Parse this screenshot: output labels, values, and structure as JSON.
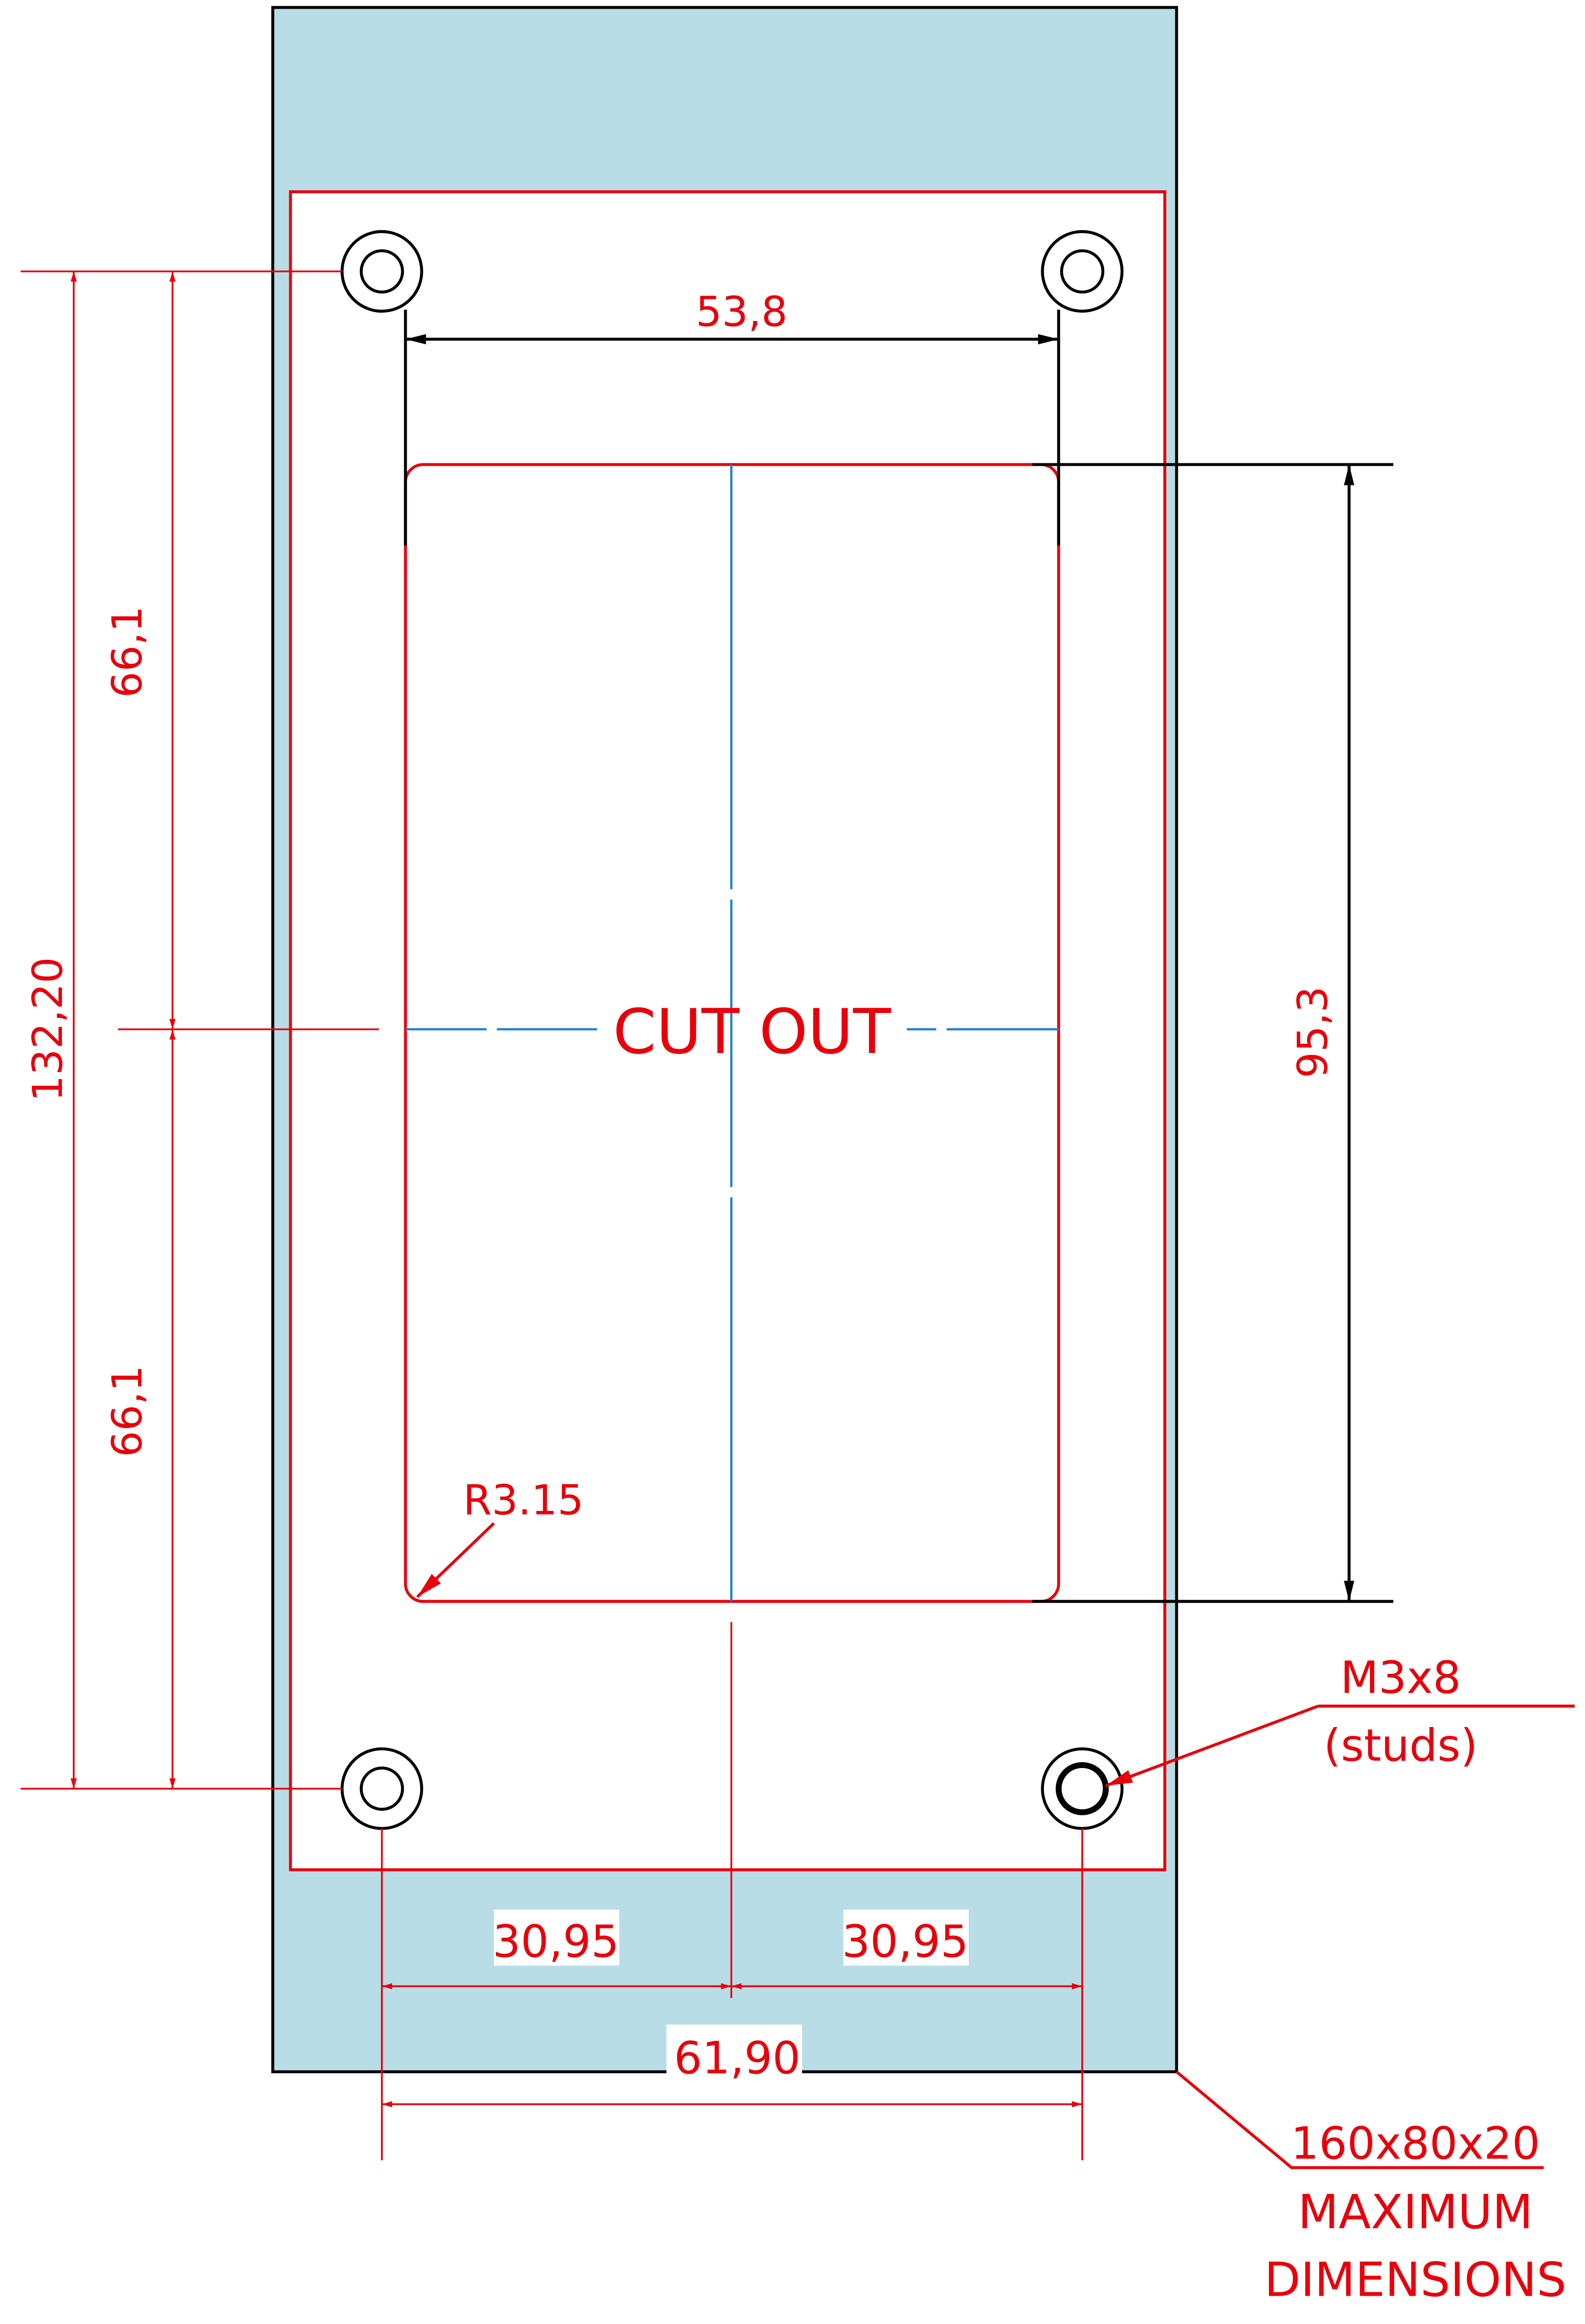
{
  "colors": {
    "panel": "#b8dde6",
    "dimension": "#e8000b",
    "outline": "#000000",
    "centerline": "#1e7fd8"
  },
  "labels": {
    "cutout": "CUT OUT",
    "hole_spacing_top": "53,8",
    "cutout_height": "95,3",
    "hole_spacing_vertical_total": "132,20",
    "hole_spacing_vertical_upper": "66,1",
    "hole_spacing_vertical_lower": "66,1",
    "corner_radius": "R3.15",
    "stud_spec": "M3x8",
    "stud_note": "(studs)",
    "half_spacing_left": "30,95",
    "half_spacing_right": "30,95",
    "hole_spacing_bottom": "61,90",
    "max_size": "160x80x20",
    "max_note_1": "MAXIMUM",
    "max_note_2": "DIMENSIONS"
  }
}
